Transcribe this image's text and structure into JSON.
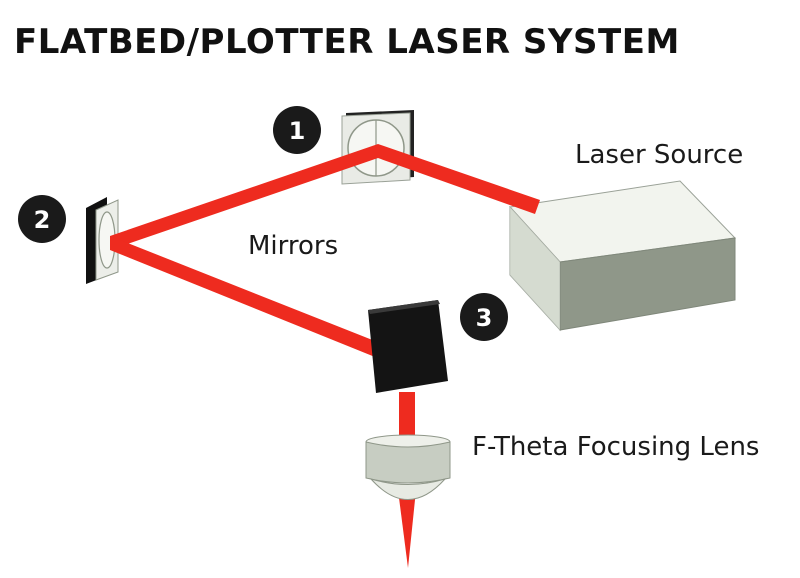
{
  "title": "FLATBED/PLOTTER LASER SYSTEM",
  "labels": {
    "laser_source": "Laser Source",
    "mirrors": "Mirrors",
    "lens": "F-Theta Focusing Lens"
  },
  "badges": [
    "1",
    "2",
    "3"
  ],
  "colors": {
    "beam": "#ee2b1f",
    "badge": "#1a1a1a",
    "laser_box_top": "#f2f4ee",
    "laser_box_front": "#c9cfc4",
    "laser_box_side": "#8f9789",
    "mirror_dark": "#111111",
    "lens_body": "#c7cdc2"
  },
  "icons": [
    "mirror-1-icon",
    "mirror-2-icon",
    "mirror-3-icon",
    "laser-source-icon",
    "focusing-lens-icon"
  ]
}
